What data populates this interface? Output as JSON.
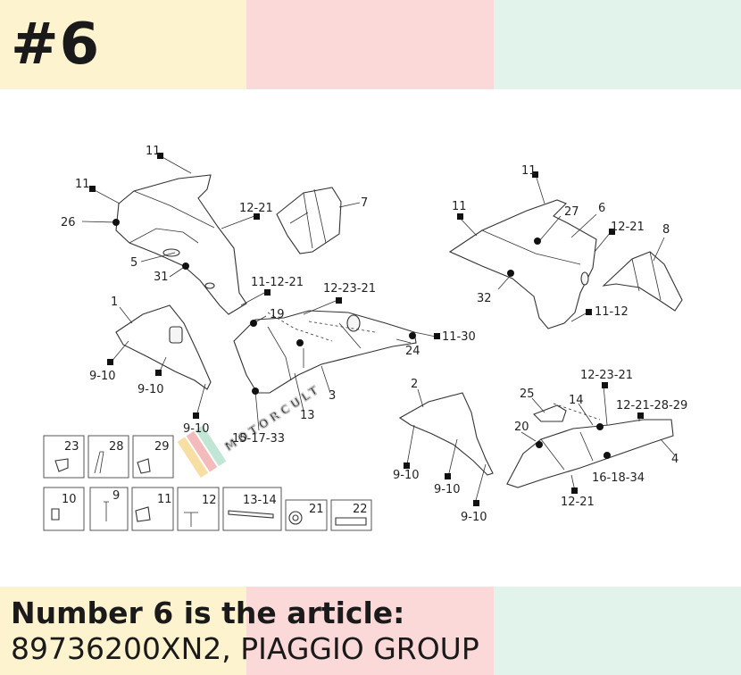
{
  "header": {
    "page_number": "#6"
  },
  "caption": {
    "line1": "Number 6 is the article:",
    "line2": "89736200XN2, PIAGGIO GROUP"
  },
  "watermark": {
    "text": "MOTORCULT"
  },
  "colors": {
    "band_yellow": "#fdf3cf",
    "band_pink": "#fbd9d9",
    "band_mint": "#e2f3ec",
    "text": "#1a1a1a"
  },
  "labels": {
    "l11a": "11",
    "l11b": "11",
    "l26": "26",
    "l5": "5",
    "l31": "31",
    "l12_21a": "12-21",
    "l11_12_21": "11-12-21",
    "l7": "7",
    "l1": "1",
    "l9_10a": "9-10",
    "l9_10b": "9-10",
    "l9_10c": "9-10",
    "l19": "19",
    "l12_23_21a": "12-23-21",
    "l11_30": "11-30",
    "l24": "24",
    "l13": "13",
    "l3": "3",
    "l15_17_33": "15-17-33",
    "l11c": "11",
    "l11d": "11",
    "l27": "27",
    "l6": "6",
    "l12_21b": "12-21",
    "l8": "8",
    "l32": "32",
    "l11_12": "11-12",
    "l2": "2",
    "l9_10d": "9-10",
    "l9_10e": "9-10",
    "l9_10f": "9-10",
    "l25": "25",
    "l14": "14",
    "l12_23_21b": "12-23-21",
    "l12_21_28_29": "12-21-28-29",
    "l20": "20",
    "l4": "4",
    "l16_18_34": "16-18-34",
    "l12_21c": "12-21"
  },
  "hardware": [
    {
      "num": "23"
    },
    {
      "num": "28"
    },
    {
      "num": "29"
    },
    {
      "num": "10"
    },
    {
      "num": "9"
    },
    {
      "num": "11"
    },
    {
      "num": "12"
    },
    {
      "num": "13-14"
    },
    {
      "num": "21"
    },
    {
      "num": "22"
    }
  ]
}
